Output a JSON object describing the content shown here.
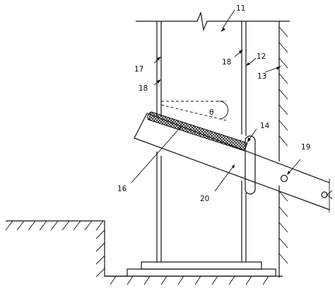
{
  "figure": {
    "labels": {
      "l11": "11",
      "l12": "12",
      "l13": "13",
      "l14": "14",
      "l16": "16",
      "l17": "17",
      "l18a": "18",
      "l18b": "18",
      "l19": "19",
      "l20": "20",
      "angle": "θ"
    }
  }
}
